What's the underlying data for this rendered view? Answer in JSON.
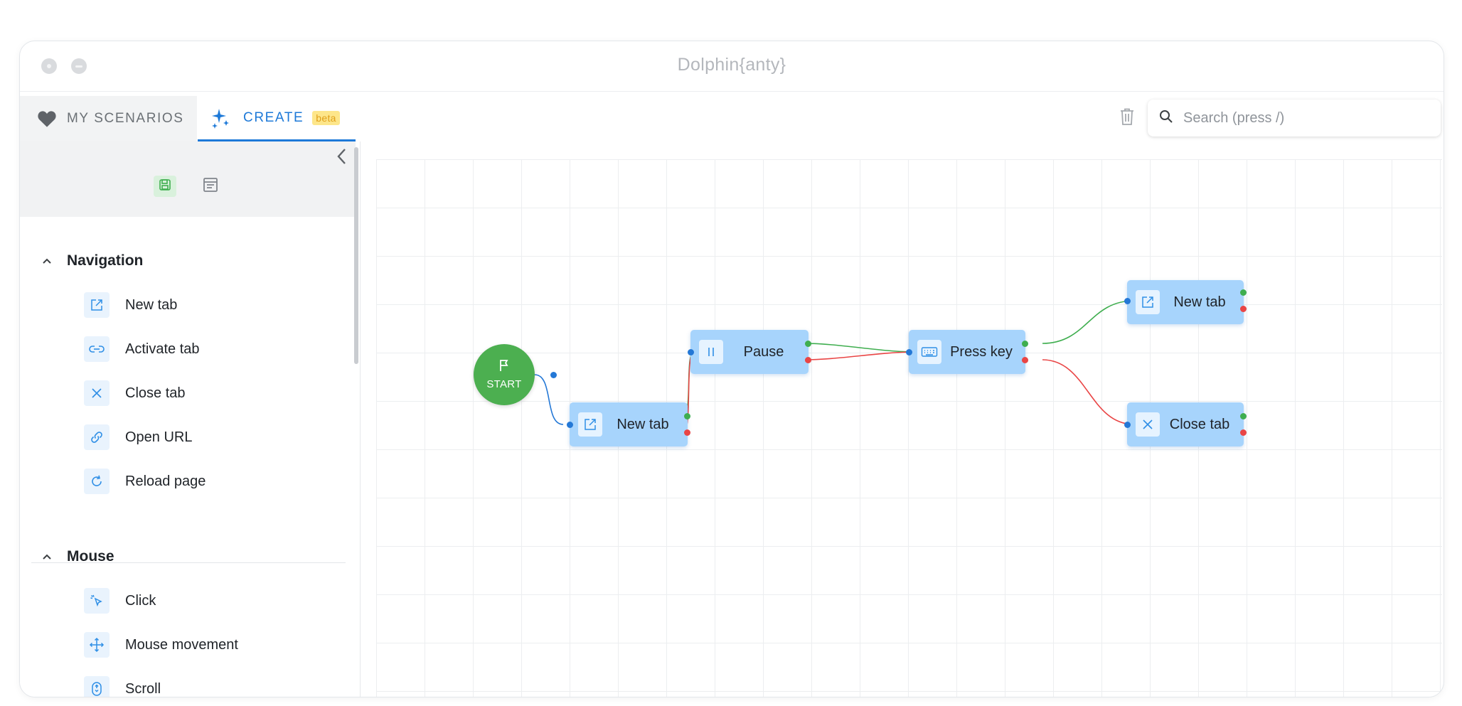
{
  "window": {
    "title": "Dolphin{anty}"
  },
  "tabs": {
    "my_scenarios": "MY SCENARIOS",
    "create": "CREATE",
    "create_badge": "beta"
  },
  "search": {
    "placeholder": "Search (press /)"
  },
  "sidebar": {
    "sections": [
      {
        "title": "Navigation",
        "items": [
          {
            "label": "New tab",
            "icon": "external-link-icon"
          },
          {
            "label": "Activate tab",
            "icon": "link-icon"
          },
          {
            "label": "Close tab",
            "icon": "close-icon"
          },
          {
            "label": "Open URL",
            "icon": "chain-link-icon"
          },
          {
            "label": "Reload page",
            "icon": "reload-icon"
          }
        ]
      },
      {
        "title": "Mouse",
        "items": [
          {
            "label": "Click",
            "icon": "cursor-click-icon"
          },
          {
            "label": "Mouse movement",
            "icon": "move-arrows-icon"
          },
          {
            "label": "Scroll",
            "icon": "mouse-scroll-icon"
          }
        ]
      }
    ]
  },
  "flow": {
    "start_label": "START",
    "nodes": [
      {
        "label": "New tab",
        "icon": "external-link-icon"
      },
      {
        "label": "Pause",
        "icon": "pause-icon"
      },
      {
        "label": "Press key",
        "icon": "keyboard-icon"
      },
      {
        "label": "New tab",
        "icon": "external-link-icon"
      },
      {
        "label": "Close tab",
        "icon": "close-icon"
      }
    ]
  },
  "colors": {
    "accent": "#1d79d8",
    "node": "#a7d4fc",
    "start": "#4caf50",
    "success_port": "#3fae4f",
    "error_port": "#e94545",
    "input_port": "#2478d6"
  }
}
